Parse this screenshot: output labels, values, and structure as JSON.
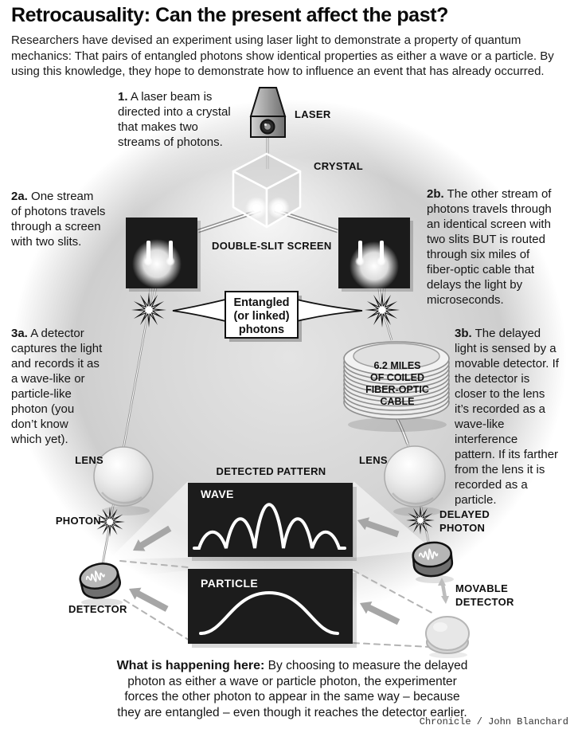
{
  "header": {
    "title": "Retrocausality: Can the present affect the past?",
    "intro": "Researchers have devised an experiment using laser light to demonstrate a property of quantum\nmechanics: That pairs of entangled photons show identical properties as either a wave or a particle. By\nusing this knowledge, they hope to demonstrate how to influence an event that has already occurred."
  },
  "steps": {
    "s1": {
      "num": "1.",
      "text": " A laser beam is\ndirected into a crystal\nthat makes two\nstreams of photons."
    },
    "s2a": {
      "num": "2a.",
      "text": " One stream\nof photons travels\nthrough a screen\nwith two slits."
    },
    "s2b": {
      "num": "2b.",
      "text": " The other stream of\nphotons travels through\nan identical screen with\ntwo slits BUT is routed\nthrough six miles of\nfiber-optic cable that\ndelays the light by\nmicroseconds."
    },
    "s3a": {
      "num": "3a.",
      "text": " A detector\ncaptures the light\nand records it as\na wave-like or\nparticle-like\nphoton (you\ndon’t know\nwhich yet)."
    },
    "s3b": {
      "num": "3b.",
      "text": " The delayed\nlight is sensed by a\nmovable detector. If\nthe detector is\ncloser to the lens\nit’s recorded as a\nwave-like\ninterference\npattern. If its farther\nfrom the lens it is\nrecorded as a\nparticle."
    }
  },
  "labels": {
    "laser": "LASER",
    "crystal": "CRYSTAL",
    "double_slit": "DOUBLE-SLIT SCREEN",
    "entangled": "Entangled\n(or linked)\nphotons",
    "coil": "6.2 MILES\nOF COILED\nFIBER-OPTIC\nCABLE",
    "lens_left": "LENS",
    "lens_right": "LENS",
    "photon": "PHOTON",
    "delayed_photon": "DELAYED\nPHOTON",
    "detector": "DETECTOR",
    "movable_detector": "MOVABLE\nDETECTOR",
    "detected_pattern": "DETECTED PATTERN",
    "wave": "WAVE",
    "particle": "PARTICLE"
  },
  "footer": {
    "label": "What is happening here:",
    "text": " By choosing to measure the delayed\nphoton as either a wave or particle photon, the experimenter\nforces the other photon to appear in the same way – because\nthey are entangled – even though it reaches the detector earlier.",
    "credit": "Chronicle / John Blanchard"
  },
  "icons": {
    "laser_device": "laser-housing",
    "crystal_cube": "beam-splitting-crystal",
    "starburst": "photon-burst",
    "coil": "fiber-optic-coil",
    "lens": "glass-lens",
    "detector": "detector-cylinder",
    "arrow": "direction-arrow"
  },
  "colors": {
    "page_bg": "#ffffff",
    "panel_gray": "#d2d2d2",
    "box_black": "#1c1c1c",
    "text_black": "#111111",
    "beam_gray": "#8f8f8f",
    "arrow_gray": "#a6a6a6"
  }
}
